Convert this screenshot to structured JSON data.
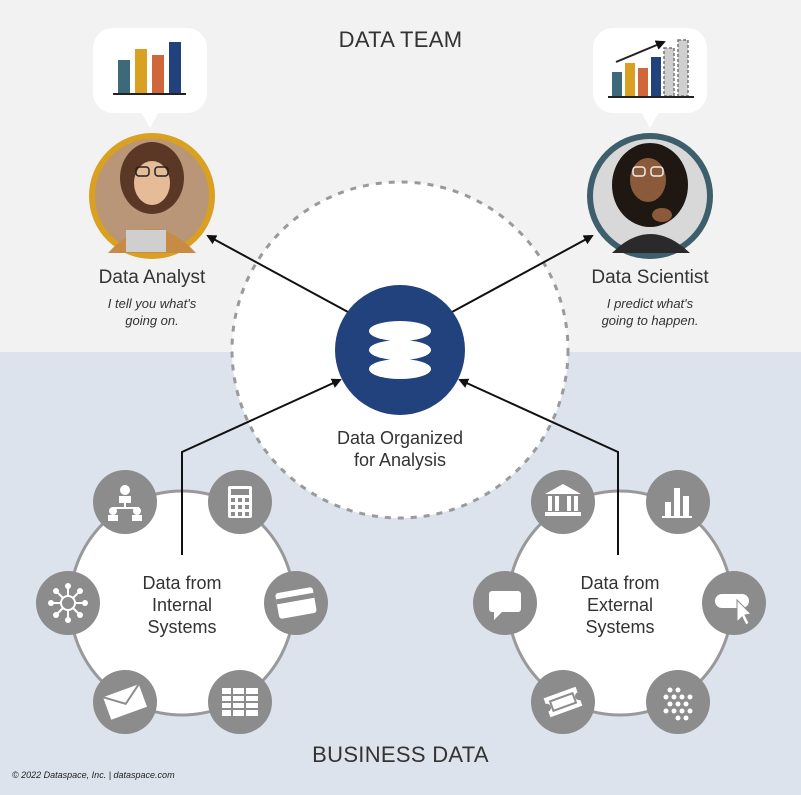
{
  "header": {
    "title": "DATA TEAM"
  },
  "footer_heading": "BUSINESS DATA",
  "analyst": {
    "role": "Data Analyst",
    "quote_line1": "I tell you what's",
    "quote_line2": "going on."
  },
  "scientist": {
    "role": "Data Scientist",
    "quote_line1": "I predict what's",
    "quote_line2": "going to happen."
  },
  "center": {
    "line1": "Data Organized",
    "line2": "for Analysis",
    "icon": "database-icon"
  },
  "internal": {
    "line1": "Data from",
    "line2": "Internal",
    "line3": "Systems",
    "icons": [
      "org-chart-icon",
      "calculator-icon",
      "credit-card-icon",
      "spreadsheet-icon",
      "envelope-icon",
      "network-icon"
    ]
  },
  "external": {
    "line1": "Data from",
    "line2": "External",
    "line3": "Systems",
    "icons": [
      "bank-icon",
      "bar-chart-icon",
      "click-icon",
      "dot-grid-icon",
      "ticket-icon",
      "chat-icon"
    ]
  },
  "copyright": "© 2022 Dataspace, Inc.  |  dataspace.com",
  "colors": {
    "navy": "#22427e",
    "gold": "#d9a021",
    "teal": "#3d5e6b",
    "gray_icon": "#8c8c8c"
  }
}
